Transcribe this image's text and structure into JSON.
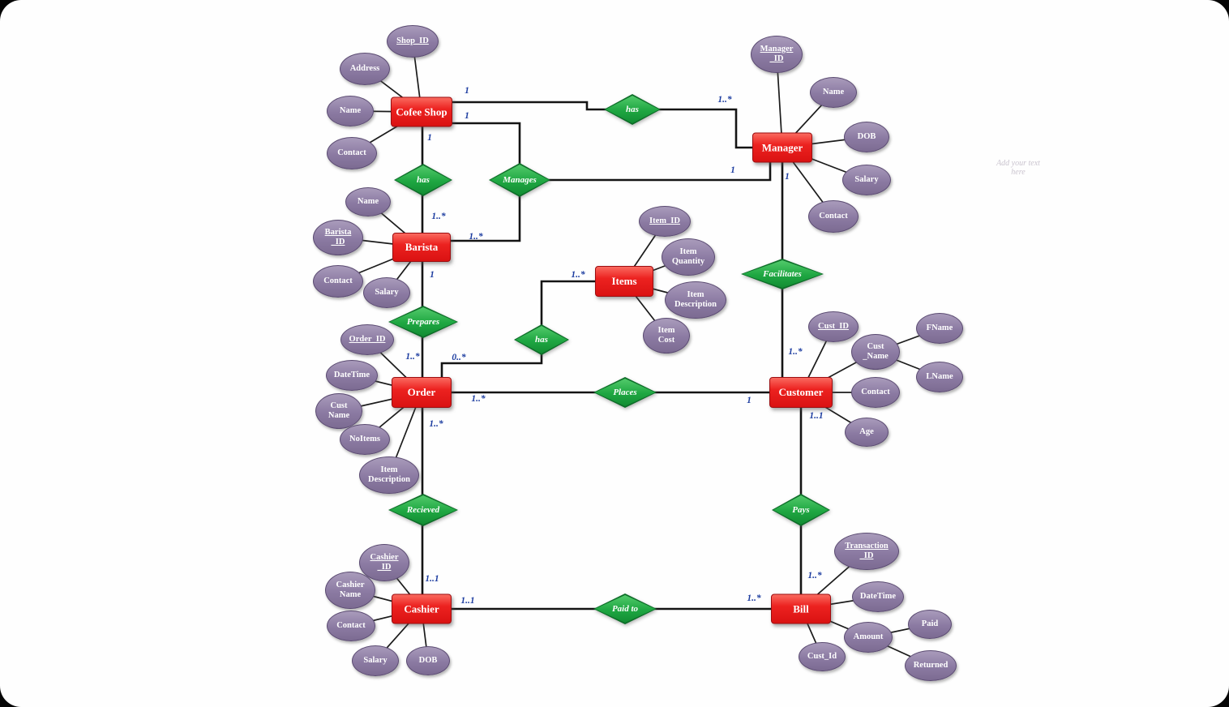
{
  "note": "Add your text\nhere",
  "entities": {
    "cofee_shop": "Cofee Shop",
    "manager": "Manager",
    "barista": "Barista",
    "items": "Items",
    "order": "Order",
    "customer": "Customer",
    "cashier": "Cashier",
    "bill": "Bill"
  },
  "relationships": {
    "has_manager": "has",
    "has_barista": "has",
    "manages": "Manages",
    "facilitates": "Facilitates",
    "prepares": "Prepares",
    "has_items": "has",
    "places": "Places",
    "recieved": "Recieved",
    "pays": "Pays",
    "paid_to": "Paid to"
  },
  "attributes": {
    "cofee_shop": {
      "shop_id": "Shop_ID",
      "address": "Address",
      "name": "Name",
      "contact": "Contact"
    },
    "manager": {
      "manager_id": "Manager\n_ID",
      "name": "Name",
      "dob": "DOB",
      "salary": "Salary",
      "contact": "Contact"
    },
    "barista": {
      "name": "Name",
      "barista_id": "Barista\n_ID",
      "contact": "Contact",
      "salary": "Salary"
    },
    "items": {
      "item_id": "Item_ID",
      "item_quantity": "Item\nQuantity",
      "item_description": "Item\nDescription",
      "item_cost": "Item\nCost"
    },
    "order": {
      "order_id": "Order_ID",
      "datetime": "DateTime",
      "cust_name": "Cust\nName",
      "noitems": "NoItems",
      "item_description": "Item\nDescription"
    },
    "customer": {
      "cust_id": "Cust_ID",
      "cust_name": "Cust\n_Name",
      "fname": "FName",
      "lname": "LName",
      "contact": "Contact",
      "age": "Age"
    },
    "cashier": {
      "cashier_id": "Cashier\n_ID",
      "cashier_name": "Cashier\nName",
      "contact": "Contact",
      "salary": "Salary",
      "dob": "DOB"
    },
    "bill": {
      "transaction_id": "Transaction\n_ID",
      "datetime": "DateTime",
      "amount": "Amount",
      "paid": "Paid",
      "returned": "Returned",
      "cust_id": "Cust_Id"
    }
  },
  "cardinalities": {
    "shop_has_manager": "1",
    "manager_has": "1..*",
    "shop_manages": "1",
    "shop_has_barista": "1",
    "barista_has": "1..*",
    "barista_manages": "1..*",
    "manager_manages": "1",
    "barista_prepares": "1",
    "order_prepares": "1..*",
    "order_has_items": "0..*",
    "items_has": "1..*",
    "order_places": "1..*",
    "customer_places": "1",
    "manager_facilitates": "1",
    "customer_facilitates": "1..*",
    "order_recieved": "1..*",
    "cashier_recieved": "1..1",
    "customer_pays": "1..1",
    "bill_pays": "1..*",
    "cashier_paid_to": "1..1",
    "bill_paid_to": "1..*"
  }
}
